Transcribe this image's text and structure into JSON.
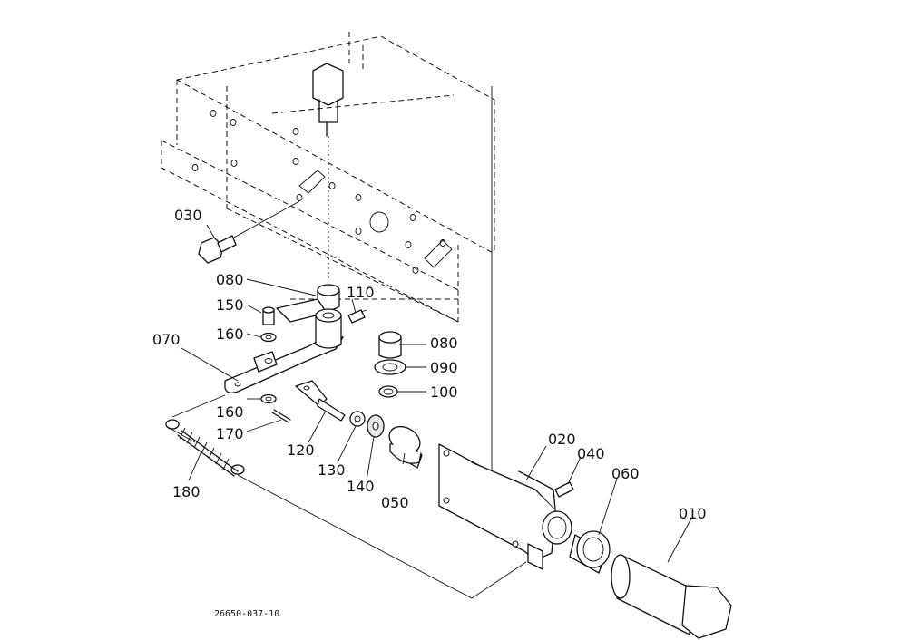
{
  "diagram_code": "26650-037-10",
  "callouts": {
    "p010": "010",
    "p020": "020",
    "p030": "030",
    "p040": "040",
    "p050": "050",
    "p060": "060",
    "p070": "070",
    "p080a": "080",
    "p080b": "080",
    "p090": "090",
    "p100": "100",
    "p110": "110",
    "p120": "120",
    "p130": "130",
    "p140": "140",
    "p150": "150",
    "p160a": "160",
    "p160b": "160",
    "p170": "170",
    "p180": "180"
  }
}
